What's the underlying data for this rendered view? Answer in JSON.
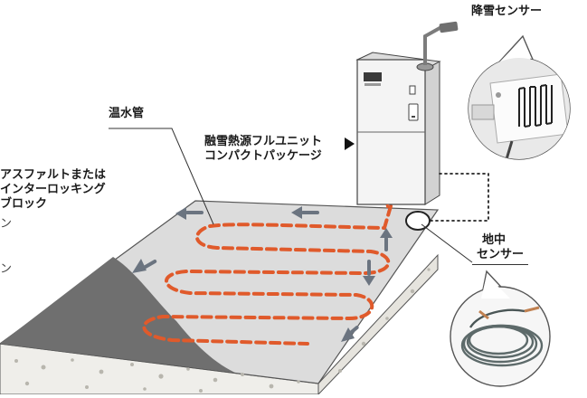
{
  "labels": {
    "snow_sensor": "降雪センサー",
    "hot_water_pipe": "温水管",
    "heat_unit_line1": "融雪熱源フルユニット",
    "heat_unit_line2": "コンパクトパッケージ",
    "surface_line1": "アスファルトまたは",
    "surface_line2": "インターロッキング",
    "surface_line3": "ブロック",
    "ground_sensor_line1": "地中",
    "ground_sensor_line2": "センサー",
    "edge_frag1": "ン",
    "edge_frag2": "ン"
  },
  "colors": {
    "pipe": "#e05a2b",
    "slab_top": "#dcdcdc",
    "asphalt": "#6f6f6f",
    "gravel": "#efeeea",
    "unit_body": "#f4f4f4",
    "flow_arrow": "#6b7480",
    "leader": "#333333"
  },
  "icons": {
    "flow_arrow": "flow-arrow-icon",
    "pointer": "triangle-pointer-icon"
  }
}
